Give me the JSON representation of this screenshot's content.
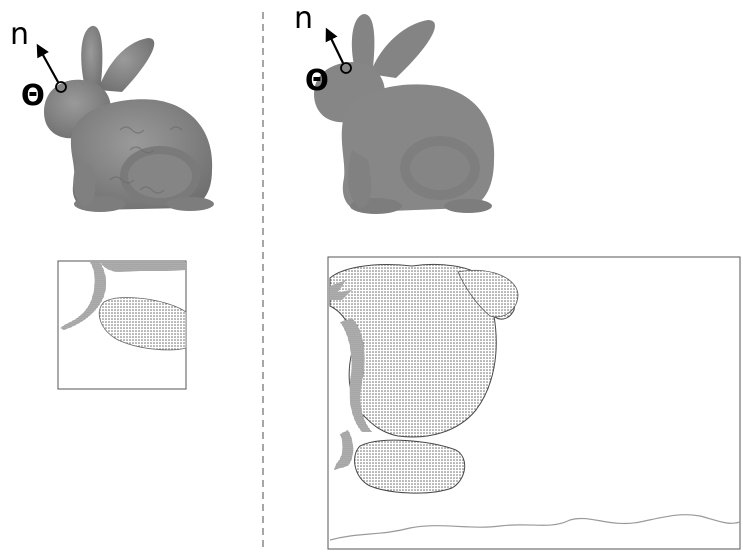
{
  "figure": {
    "left_panel": {
      "normal_label": "n",
      "angle_label": "Θ"
    },
    "right_panel": {
      "normal_label": "n",
      "angle_label": "Θ"
    }
  },
  "colors": {
    "bunny_fill": "#8a8a8a",
    "bunny_shadow": "#6a6a6a",
    "point_cloud": "#5a5a5a",
    "divider": "#888888",
    "frame": "#555555"
  }
}
